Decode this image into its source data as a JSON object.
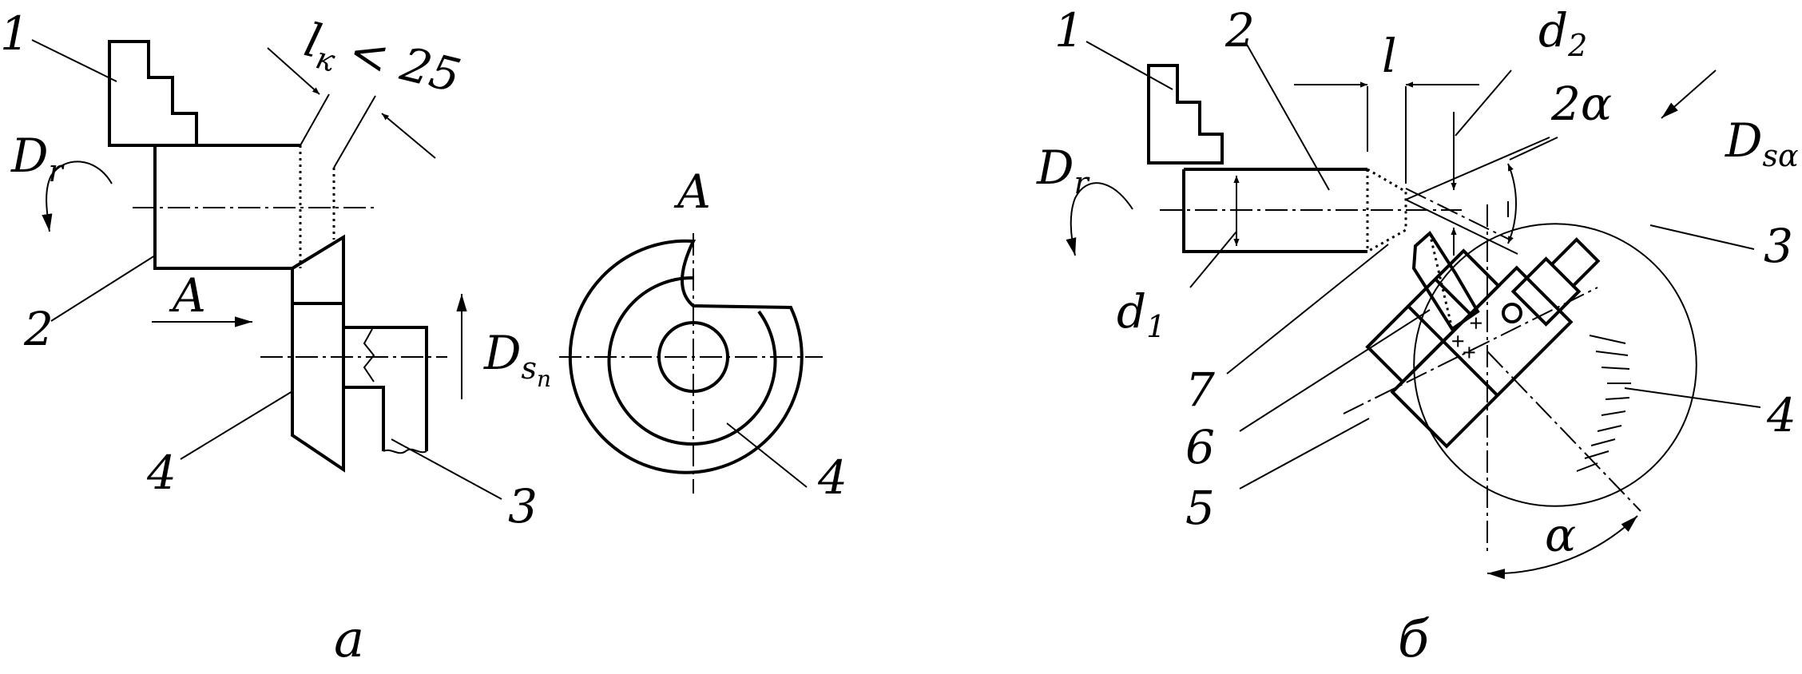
{
  "figure_a": {
    "labels": {
      "n1": "1",
      "n2": "2",
      "n3": "3",
      "n4": "4",
      "n4b": "4",
      "arrow_a": "A",
      "section_a": "A"
    },
    "dim_lk": {
      "main": "l",
      "sub": "к",
      "relation": "< 25"
    },
    "feed": {
      "main": "D",
      "sub": "s",
      "sub2": "п"
    },
    "rotation": {
      "main": "D",
      "sub": "r"
    },
    "caption": "а"
  },
  "figure_b": {
    "labels": {
      "n1": "1",
      "n2": "2",
      "n3": "3",
      "n4": "4",
      "n5": "5",
      "n6": "6",
      "n7": "7"
    },
    "dim_l": "l",
    "d1": {
      "main": "d",
      "sub": "1"
    },
    "d2": {
      "main": "d",
      "sub": "2"
    },
    "two_alpha": "2α",
    "alpha": "α",
    "feed": {
      "main": "D",
      "sub": "sα"
    },
    "rotation": {
      "main": "D",
      "sub": "r"
    },
    "caption": "б"
  }
}
